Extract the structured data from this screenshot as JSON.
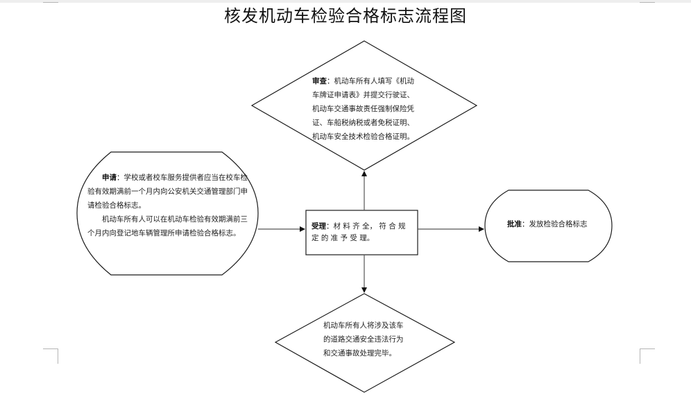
{
  "document": {
    "title": "核发机动车检验合格标志流程图"
  },
  "flowchart": {
    "review": {
      "label": "审查",
      "text": "：机动车所有人填写《机动车牌证申请表》并提交行驶证、机动车交通事故责任强制保险凭证、车船税纳税或者免税证明、机动车安全技术检验合格证明。"
    },
    "apply": {
      "label": "申请",
      "text1": "：学校或者校车服务提供者应当在校车检验有效期满前一个月内向公安机关交通管理部门申请检验合格标志。",
      "text2": "机动车所有人可以在机动车检验有效期满前三个月内向登记地车辆管理所申请检验合格标志。"
    },
    "accept": {
      "label": "受理",
      "text": "：材 料 齐 全， 符 合 规 定 的 准 予 受 理。"
    },
    "approve": {
      "label": "批准",
      "text": "：发放检验合格标志"
    },
    "violations": {
      "text": "机动车所有人将涉及该车的道路交通安全违法行为和交通事故处理完毕。"
    }
  },
  "colors": {
    "stroke": "#1a1a1a",
    "arrow_line": "#555555",
    "crop_mark": "#b5b5b5"
  }
}
